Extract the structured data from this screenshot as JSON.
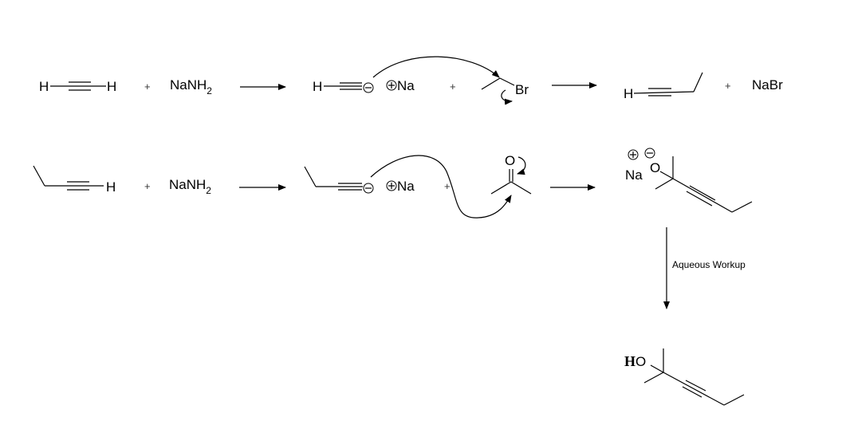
{
  "reaction1": {
    "reactant1": {
      "left_atom": "H",
      "right_atom": "H"
    },
    "plus1": "+",
    "reagent": "NaNH",
    "reagent_subscript": "2",
    "intermediate": {
      "atom": "H",
      "cation": "Na"
    },
    "plus2": "+",
    "electrophile_atom": "Br",
    "product": {
      "atom": "H"
    },
    "plus3": "+",
    "byproduct": "NaBr"
  },
  "reaction2": {
    "reactant_atom": "H",
    "plus1": "+",
    "reagent": "NaNH",
    "reagent_subscript": "2",
    "intermediate_cation": "Na",
    "plus2": "+",
    "ketone_atom": "O",
    "alkoxide": {
      "cation": "Na",
      "oxygen": "O"
    },
    "workup_label": "Aqueous Workup",
    "final_product": {
      "h": "H",
      "o": "O"
    }
  }
}
